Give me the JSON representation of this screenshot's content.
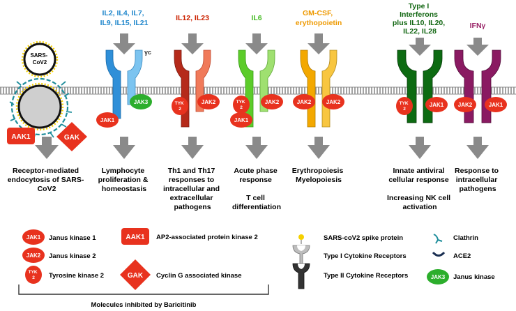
{
  "pathways": [
    {
      "id": "sars",
      "virus_label": "SARS-\nCoV2",
      "outcome": [
        "Receptor-mediated",
        "endocytosis of SARS-",
        "CoV2"
      ]
    },
    {
      "id": "common_gamma",
      "title": [
        "IL2, IL4, IL7,",
        "IL9, IL15, IL21"
      ],
      "title_color": "#2288cc",
      "gamma_symbol": "γc",
      "outcome": [
        "Lymphocyte",
        "proliferation &",
        "homeostasis"
      ]
    },
    {
      "id": "il12",
      "title": [
        "IL12, IL23"
      ],
      "title_color": "#cc2200",
      "outcome": [
        "Th1 and Th17",
        "responses to",
        "intracellular and",
        "extracellular",
        "pathogens"
      ]
    },
    {
      "id": "il6",
      "title": [
        "IL6"
      ],
      "title_color": "#44bb22",
      "outcome": [
        "Acute phase",
        "response",
        "",
        "T cell",
        "differentiation"
      ]
    },
    {
      "id": "gmcsf",
      "title": [
        "GM-CSF,",
        "erythopoietin"
      ],
      "title_color": "#ee9900",
      "outcome": [
        "Erythropoiesis",
        "Myelopoiesis"
      ]
    },
    {
      "id": "type1",
      "title": [
        "Type I",
        "Interferons",
        "plus IL10, IL20,",
        "IL22, IL28"
      ],
      "title_color": "#116611",
      "outcome": [
        "Innate antiviral",
        "cellular response",
        "",
        "Increasing NK cell",
        "activation"
      ]
    },
    {
      "id": "ifng",
      "title": [
        "IFNγ"
      ],
      "title_color": "#992266",
      "outcome": [
        "Response to",
        "intracellular",
        "pathogens"
      ]
    }
  ],
  "kinase_labels": {
    "jak1": "JAK1",
    "jak2": "JAK2",
    "jak3": "JAK3",
    "tyk2": "TYK\n2",
    "aak1": "AAK1",
    "gak": "GAK"
  },
  "legend": {
    "left": [
      {
        "symbol": "JAK1",
        "text": "Janus kinase 1"
      },
      {
        "symbol": "JAK2",
        "text": "Janus kinase 2"
      },
      {
        "symbol": "TYK\n2",
        "text": "Tyrosine kinase 2"
      },
      {
        "symbol": "AAK1",
        "text": "AP2-associated protein kinase 2"
      },
      {
        "symbol": "GAK",
        "text": "Cyclin G associated kinase"
      }
    ],
    "bracket_caption": "Molecules inhibited by Baricitinib",
    "right": [
      {
        "text": "SARS-coV2 spike protein"
      },
      {
        "text": "Clathrin"
      },
      {
        "text": "ACE2"
      },
      {
        "text": "Type I Cytokine Receptors"
      },
      {
        "text": "Type II Cytokine Receptors"
      },
      {
        "symbol": "JAK3",
        "text": "Janus kinase"
      }
    ]
  },
  "colors": {
    "blue": "#2f8fd8",
    "blue_light": "#7cc4f0",
    "red": "#b52a1a",
    "red_light": "#f07a5a",
    "green": "#5ccc2a",
    "green_light": "#9fe070",
    "orange": "#f3a800",
    "orange_light": "#f8c640",
    "dark_green": "#0d6b12",
    "purple": "#8a1a62",
    "kinase_red": "#e8321e",
    "jak3_green": "#2cae2c",
    "arrow_gray": "#8a8a8a",
    "membrane": "#8c8c8c"
  }
}
